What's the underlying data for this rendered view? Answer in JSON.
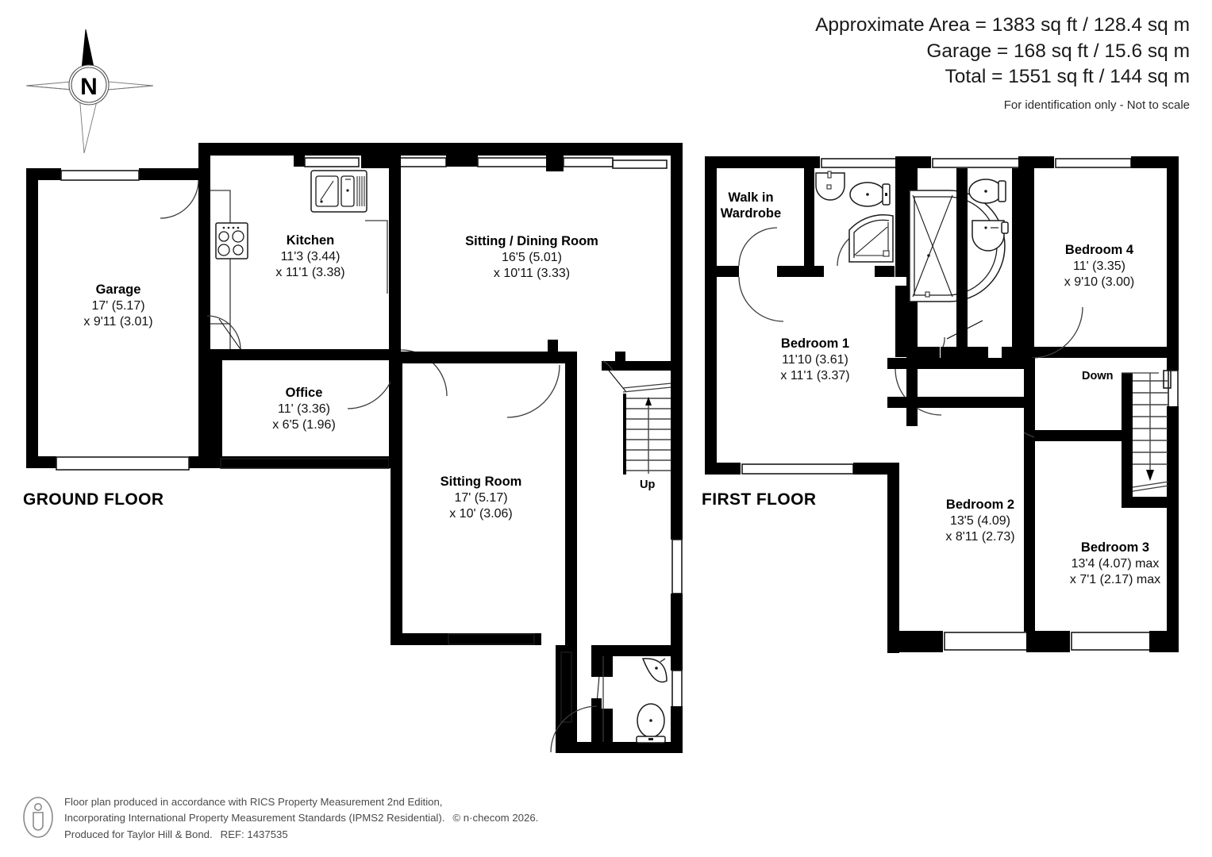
{
  "header": {
    "area_lines": [
      "Approximate Area = 1383 sq ft / 128.4 sq m",
      "Garage = 168 sq ft / 15.6 sq m",
      "Total = 1551 sq ft / 144 sq m"
    ],
    "disclaimer": "For identification only - Not to scale"
  },
  "compass": {
    "north_label": "N",
    "name": "compass-rose"
  },
  "floors": [
    {
      "id": "ground",
      "caption": "GROUND FLOOR"
    },
    {
      "id": "first",
      "caption": "FIRST FLOOR"
    }
  ],
  "ground_floor": {
    "caption": "GROUND FLOOR",
    "rooms": [
      {
        "name": "Garage",
        "dim1": "17' (5.17)",
        "dim2": "x 9'11 (3.01)"
      },
      {
        "name": "Kitchen",
        "dim1": "11'3 (3.44)",
        "dim2": "x 11'1 (3.38)"
      },
      {
        "name": "Sitting / Dining Room",
        "dim1": "16'5 (5.01)",
        "dim2": "x 10'11 (3.33)"
      },
      {
        "name": "Office",
        "dim1": "11' (3.36)",
        "dim2": "x 6'5 (1.96)"
      },
      {
        "name": "Sitting Room",
        "dim1": "17' (5.17)",
        "dim2": "x 10' (3.06)"
      }
    ],
    "stairs": {
      "direction_label": "Up"
    }
  },
  "first_floor": {
    "caption": "FIRST FLOOR",
    "rooms": [
      {
        "name": "Walk in",
        "name2": "Wardrobe",
        "dim1": "",
        "dim2": ""
      },
      {
        "name": "Bedroom 1",
        "dim1": "11'10 (3.61)",
        "dim2": "x 11'1 (3.37)"
      },
      {
        "name": "Bedroom 4",
        "dim1": "11' (3.35)",
        "dim2": "x 9'10 (3.00)"
      },
      {
        "name": "Bedroom 2",
        "dim1": "13'5 (4.09)",
        "dim2": "x 8'11 (2.73)"
      },
      {
        "name": "Bedroom 3",
        "dim1": "13'4 (4.07) max",
        "dim2": "x 7'1 (2.17) max"
      }
    ],
    "stairs": {
      "direction_label": "Down"
    }
  },
  "footer": {
    "line1": "Floor plan produced in accordance with RICS Property Measurement 2nd Edition,",
    "line2a": "Incorporating International Property Measurement Standards (IPMS2 Residential).",
    "line2b": "© n·checom 2026.",
    "line3a": "Produced for Taylor Hill & Bond.",
    "line3b": "REF: 1437535"
  },
  "colors": {
    "wall": "#000000",
    "background": "#ffffff",
    "fixture_stroke": "#1a1a1a",
    "text": "#000000",
    "footer_text": "#4a4a4a"
  }
}
